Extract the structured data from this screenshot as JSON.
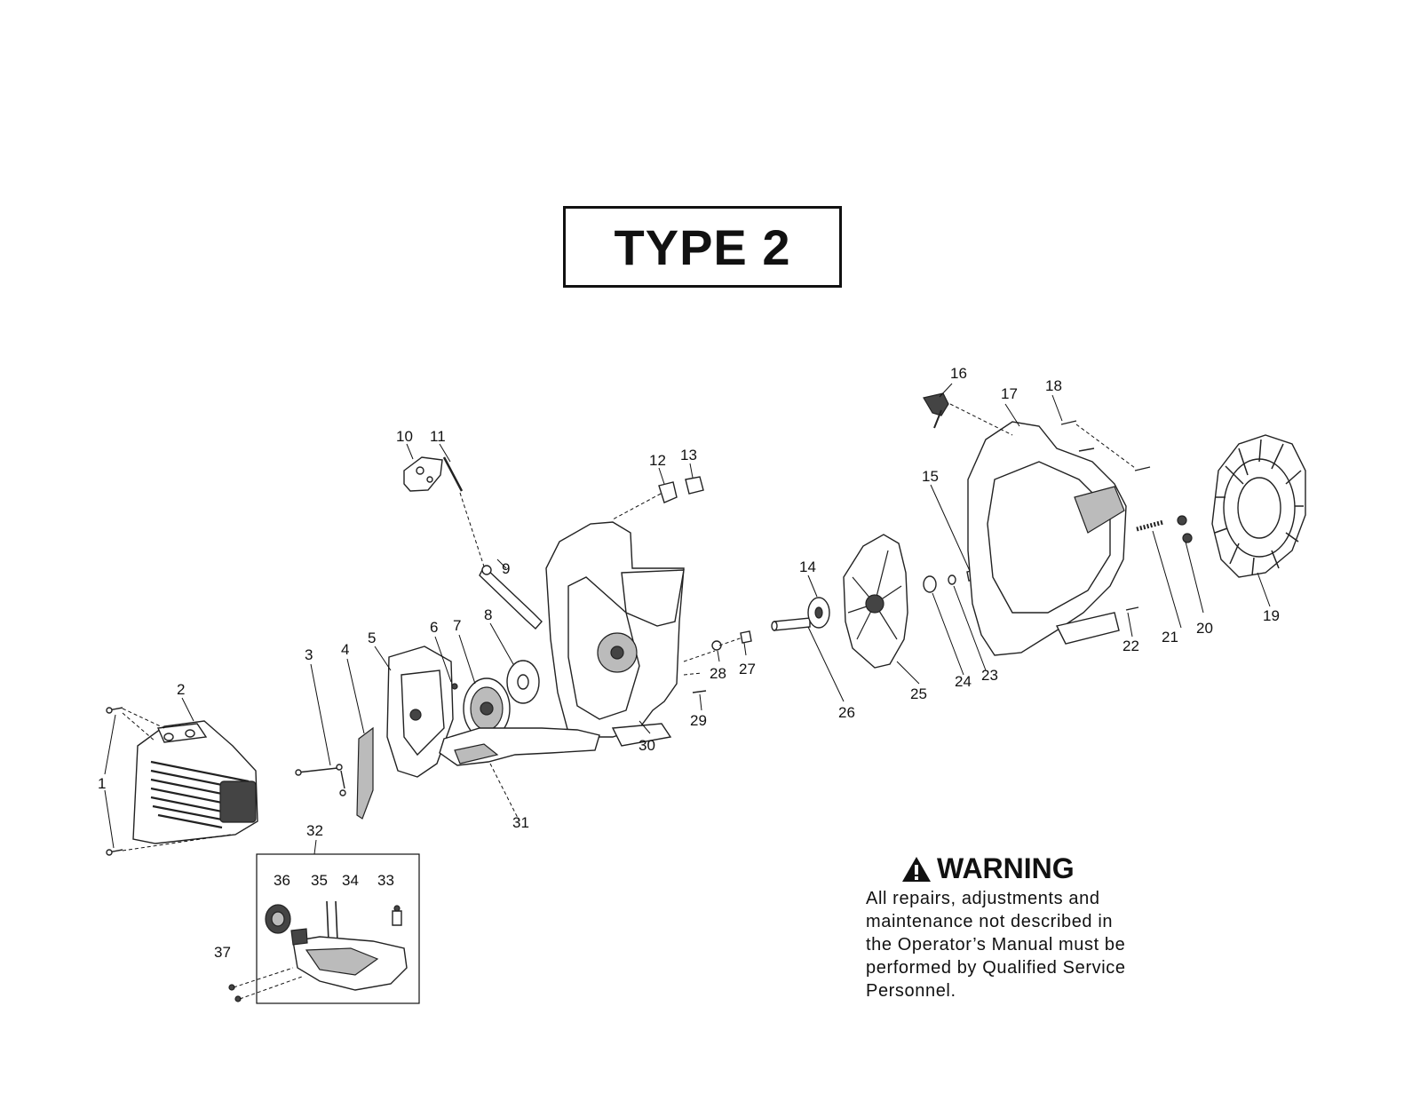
{
  "title": "TYPE 2",
  "warning": {
    "heading": "WARNING",
    "lines": [
      "All repairs, adjustments and",
      "maintenance not described in",
      "the Operator’s Manual must be",
      "performed by Qualified Service",
      "Personnel."
    ]
  },
  "callouts": [
    "1",
    "2",
    "3",
    "4",
    "5",
    "6",
    "7",
    "8",
    "9",
    "10",
    "11",
    "12",
    "13",
    "14",
    "15",
    "16",
    "17",
    "18",
    "19",
    "20",
    "21",
    "22",
    "23",
    "24",
    "25",
    "26",
    "27",
    "28",
    "29",
    "30",
    "31",
    "32",
    "33",
    "34",
    "35",
    "36",
    "37"
  ],
  "icons": {
    "warning": "warning-triangle-icon"
  }
}
